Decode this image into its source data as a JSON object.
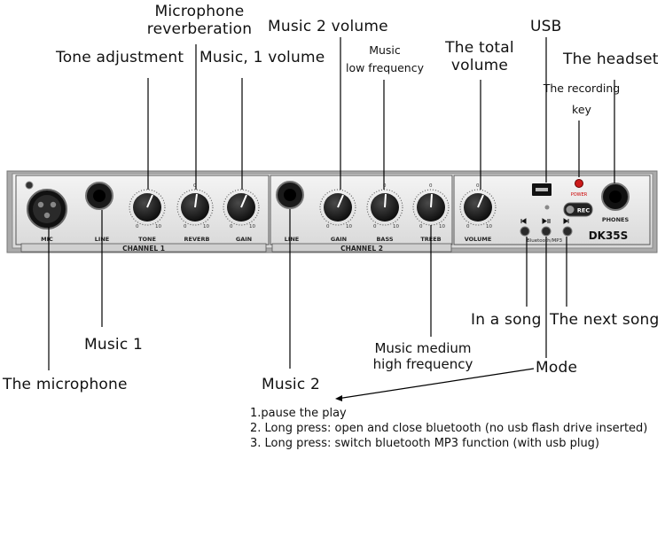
{
  "labels": {
    "mic_reverb_line1": "Microphone",
    "mic_reverb_line2": "reverberation",
    "tone_adjustment": "Tone adjustment",
    "music1_volume": "Music, 1 volume",
    "music2_volume": "Music 2 volume",
    "music_low_line1": "Music",
    "music_low_line2": "low frequency",
    "total_volume_line1": "The total",
    "total_volume_line2": "volume",
    "usb": "USB",
    "headset": "The headset",
    "recording_key_line1": "The recording",
    "recording_key_line2": "key",
    "music1": "Music 1",
    "microphone": "The microphone",
    "music2": "Music 2",
    "music_mid_high_line1": "Music medium",
    "music_mid_high_line2": "high frequency",
    "in_a_song": "In a song",
    "next_song": "The next song",
    "mode": "Mode"
  },
  "mode_notes": [
    "1.pause the play",
    "2. Long press: open and close bluetooth (no usb flash drive inserted)",
    "3. Long press: switch bluetooth MP3 function (with usb plug)"
  ],
  "panel": {
    "mic": "MIC",
    "line1": "LINE",
    "tone": "TONE",
    "reverb": "REVERB",
    "gain1": "GAIN",
    "channel1": "CHANNEL 1",
    "line2": "LINE",
    "gain2": "GAIN",
    "bass": "BASS",
    "treeb": "TREEB",
    "channel2": "CHANNEL 2",
    "volume": "VOLUME",
    "power": "POWER",
    "rec": "REC",
    "phones": "PHONES",
    "model": "DK35S",
    "bluetooth_mp3": "Bluetooth/MP3",
    "scale_min": "0",
    "scale_max": "10"
  }
}
